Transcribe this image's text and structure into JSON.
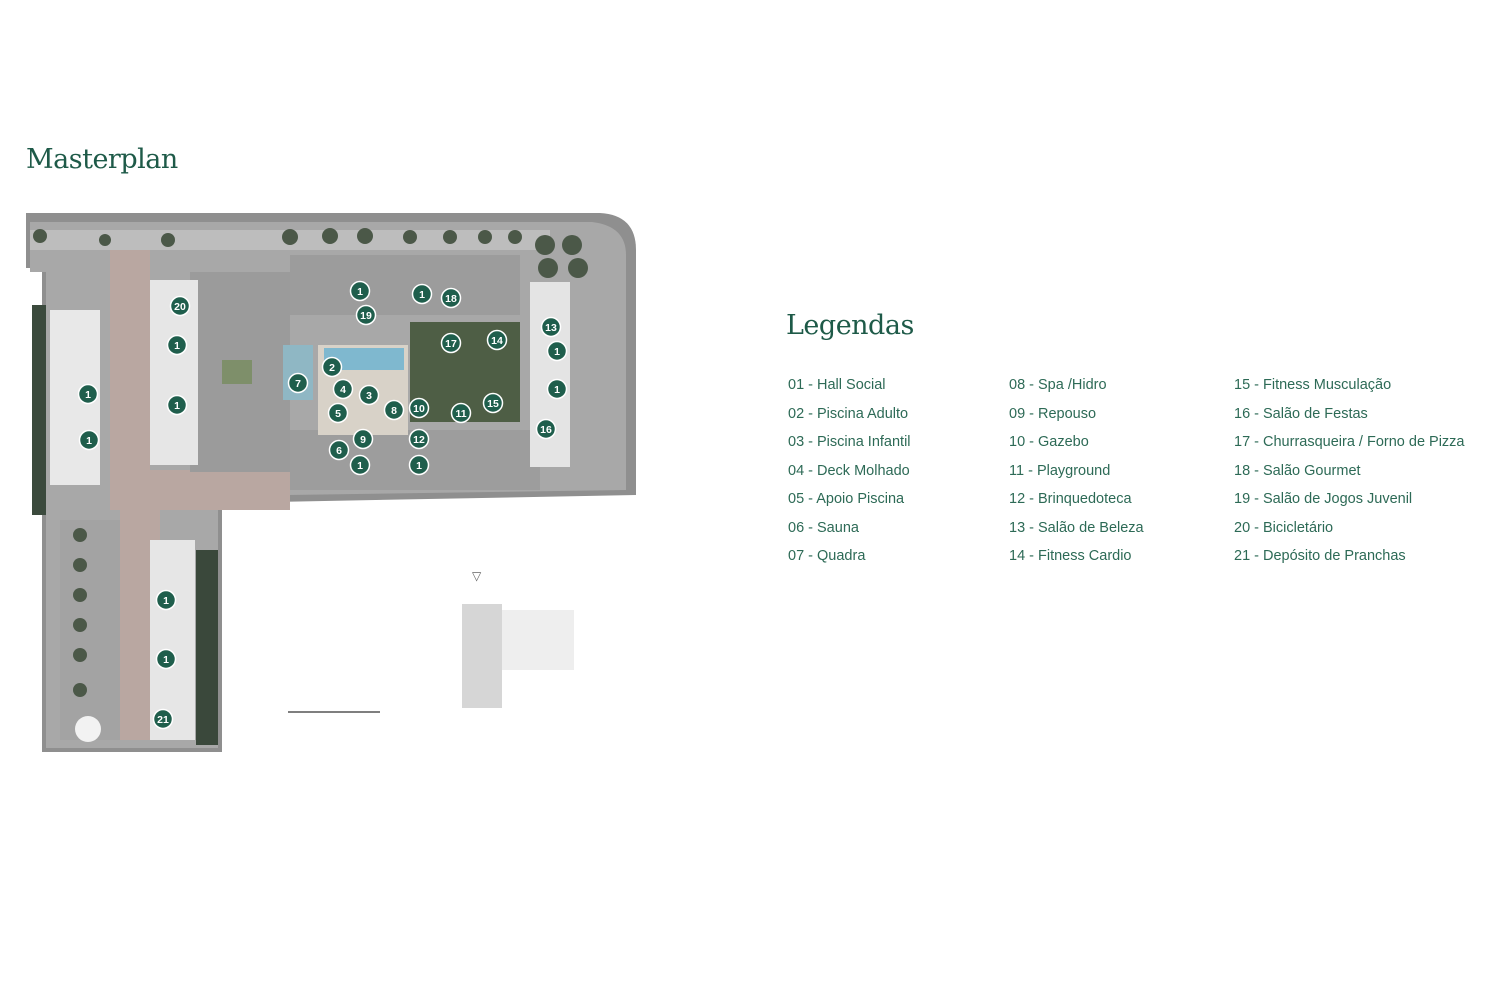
{
  "page": {
    "title": "Masterplan",
    "legend_title": "Legendas"
  },
  "colors": {
    "accent": "#1e5a48",
    "legend_text": "#2d6a56",
    "marker": "#1f5e4c",
    "road": "#9a9a9a",
    "plaza": "#b9a7a1"
  },
  "legend": {
    "col1": [
      "01 -  Hall Social",
      "02 - Piscina Adulto",
      "03 - Piscina Infantil",
      "04 - Deck Molhado",
      "05 - Apoio Piscina",
      "06 - Sauna",
      "07 - Quadra"
    ],
    "col2": [
      "08 - Spa /Hidro",
      "09 - Repouso",
      "10  - Gazebo",
      "11  - Playground",
      "12 - Brinquedoteca",
      "13 - Salão de Beleza",
      "14 - Fitness Cardio"
    ],
    "col3": [
      "15 - Fitness Musculação",
      "16 - Salão de Festas",
      "17 - Churrasqueira / Forno de Pizza",
      "18 - Salão Gourmet",
      "19 - Salão de Jogos Juvenil",
      "20 - Bicicletário",
      "21  - Depósito de Pranchas"
    ]
  },
  "markers": [
    "1",
    "1",
    "18",
    "19",
    "20",
    "1",
    "1",
    "1",
    "1",
    "13",
    "1",
    "1",
    "16",
    "17",
    "14",
    "2",
    "7",
    "4",
    "3",
    "5",
    "8",
    "10",
    "11",
    "15",
    "9",
    "12",
    "6",
    "1",
    "1",
    "1",
    "1",
    "21"
  ]
}
